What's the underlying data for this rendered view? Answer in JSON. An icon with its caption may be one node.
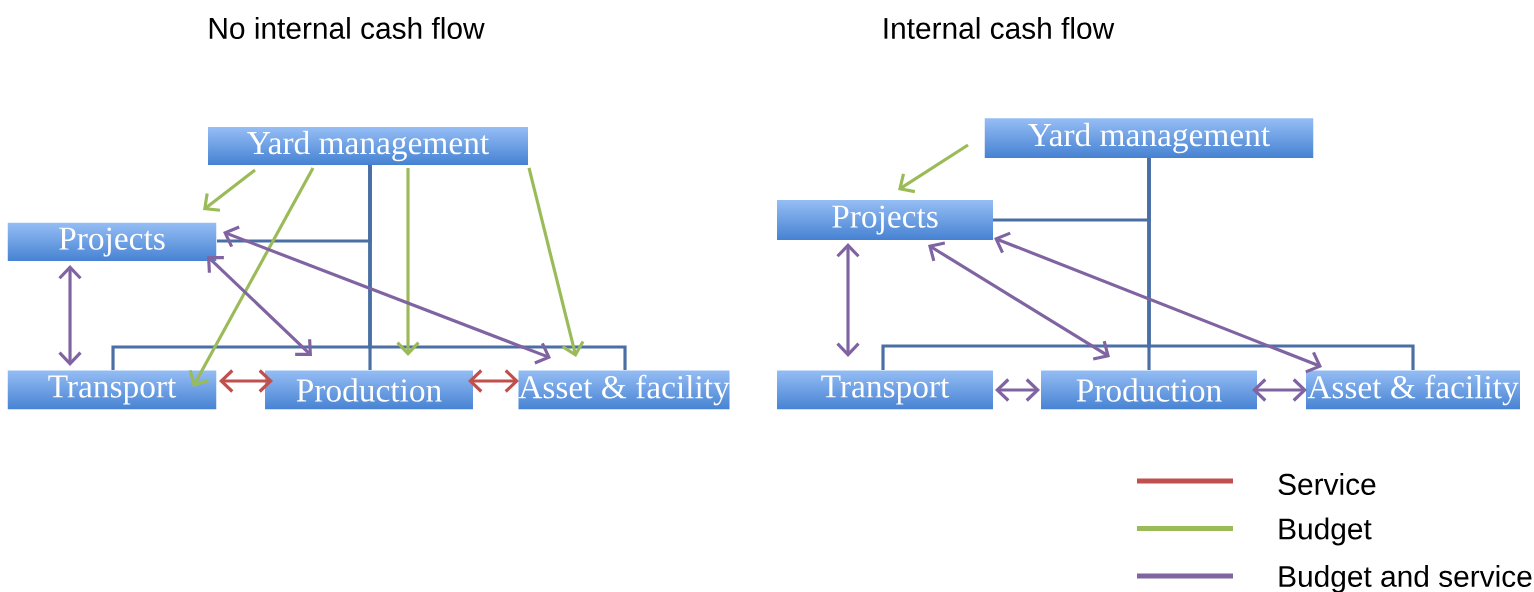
{
  "diagram": {
    "nodes": [
      {
        "text": [
          "Yard management"
        ]
      },
      {
        "text": [
          "Projects"
        ]
      },
      {
        "text": [
          "Transport"
        ]
      },
      {
        "text": [
          "Production"
        ]
      },
      {
        "text": [
          "Asset & facility"
        ]
      },
      {
        "text": [
          "Yard management"
        ]
      },
      {
        "text": [
          "Projects"
        ]
      },
      {
        "text": [
          "Transport"
        ]
      },
      {
        "text": [
          "Production"
        ]
      },
      {
        "text": [
          "Asset & facility"
        ]
      }
    ],
    "edges": [
      {
        "from": 0,
        "to": 1,
        "arrow": "none",
        "color": "#4a6fa5"
      },
      {
        "from": 0,
        "to": 2,
        "arrow": "none",
        "color": "#4a6fa5"
      },
      {
        "from": 0,
        "to": 3,
        "arrow": "none",
        "color": "#4a6fa5"
      },
      {
        "from": 0,
        "to": 4,
        "arrow": "none",
        "color": "#4a6fa5"
      },
      {
        "from": 0,
        "to": 1,
        "arrow": "to",
        "color": "#9bbb59"
      },
      {
        "from": 0,
        "to": 2,
        "arrow": "to",
        "color": "#9bbb59"
      },
      {
        "from": 0,
        "to": 3,
        "arrow": "to",
        "color": "#9bbb59"
      },
      {
        "from": 0,
        "to": 4,
        "arrow": "to",
        "color": "#9bbb59"
      },
      {
        "from": 1,
        "to": 2,
        "arrow": "both",
        "color": "#8064a2"
      },
      {
        "from": 1,
        "to": 3,
        "arrow": "both",
        "color": "#8064a2"
      },
      {
        "from": 1,
        "to": 4,
        "arrow": "both",
        "color": "#8064a2"
      },
      {
        "from": 2,
        "to": 3,
        "arrow": "both",
        "color": "#c0504d"
      },
      {
        "from": 3,
        "to": 4,
        "arrow": "both",
        "color": "#c0504d"
      },
      {
        "from": 5,
        "to": 6,
        "arrow": "none",
        "color": "#4a6fa5"
      },
      {
        "from": 5,
        "to": 7,
        "arrow": "none",
        "color": "#4a6fa5"
      },
      {
        "from": 5,
        "to": 8,
        "arrow": "none",
        "color": "#4a6fa5"
      },
      {
        "from": 5,
        "to": 9,
        "arrow": "none",
        "color": "#4a6fa5"
      },
      {
        "from": 5,
        "to": 6,
        "arrow": "to",
        "color": "#9bbb59"
      },
      {
        "from": 6,
        "to": 7,
        "arrow": "both",
        "color": "#8064a2"
      },
      {
        "from": 6,
        "to": 8,
        "arrow": "both",
        "color": "#8064a2"
      },
      {
        "from": 6,
        "to": 9,
        "arrow": "both",
        "color": "#8064a2"
      },
      {
        "from": 7,
        "to": 8,
        "arrow": "both",
        "color": "#8064a2"
      },
      {
        "from": 8,
        "to": 9,
        "arrow": "both",
        "color": "#8064a2"
      }
    ],
    "labels": [
      "No internal cash flow",
      "Internal cash flow"
    ],
    "legend": [
      {
        "text": "Service",
        "color": "#c0504d"
      },
      {
        "text": "Budget",
        "color": "#9bbb59"
      },
      {
        "text": "Budget and service",
        "color": "#8064a2"
      }
    ]
  }
}
